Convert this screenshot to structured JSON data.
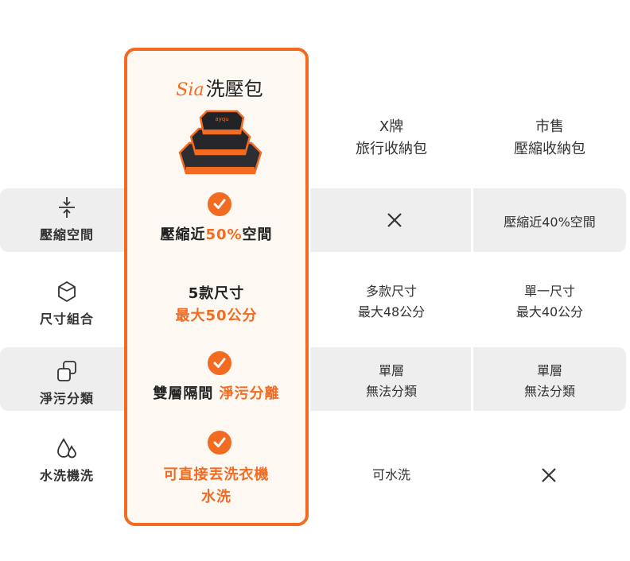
{
  "columns": {
    "sia": {
      "logo_text": "Sia",
      "name": "洗壓包"
    },
    "x_brand": {
      "line1": "X牌",
      "line2": "旅行收納包"
    },
    "market": {
      "line1": "市售",
      "line2": "壓縮收納包"
    }
  },
  "product_image": {
    "brand_print": "ayqu"
  },
  "rows": [
    {
      "icon": "compress-arrows-icon",
      "label": "壓縮空間",
      "sia": {
        "check": true,
        "prefix": "壓縮近",
        "highlight": "50%",
        "suffix": "空間"
      },
      "x_brand": {
        "cross": true
      },
      "market": {
        "text": "壓縮近40%空間"
      }
    },
    {
      "icon": "hexagon-box-icon",
      "label": "尺寸組合",
      "sia": {
        "line1": "5款尺寸",
        "line2": "最大50公分"
      },
      "x_brand": {
        "line1": "多款尺寸",
        "line2": "最大48公分"
      },
      "market": {
        "line1": "單一尺寸",
        "line2": "最大40公分"
      }
    },
    {
      "icon": "layers-icon",
      "label": "淨污分類",
      "sia": {
        "check": true,
        "prefix": "雙層隔間",
        "highlight": "淨污分離"
      },
      "x_brand": {
        "line1": "單層",
        "line2": "無法分類"
      },
      "market": {
        "line1": "單層",
        "line2": "無法分類"
      }
    },
    {
      "icon": "water-drops-icon",
      "label": "水洗機洗",
      "sia": {
        "check": true,
        "line1": "可直接丟洗衣機",
        "line2": "水洗"
      },
      "x_brand": {
        "text": "可水洗"
      },
      "market": {
        "cross": true
      }
    }
  ],
  "colors": {
    "accent": "#f26b21",
    "band": "#eeeeee",
    "card_bg": "#fdf8f2"
  }
}
